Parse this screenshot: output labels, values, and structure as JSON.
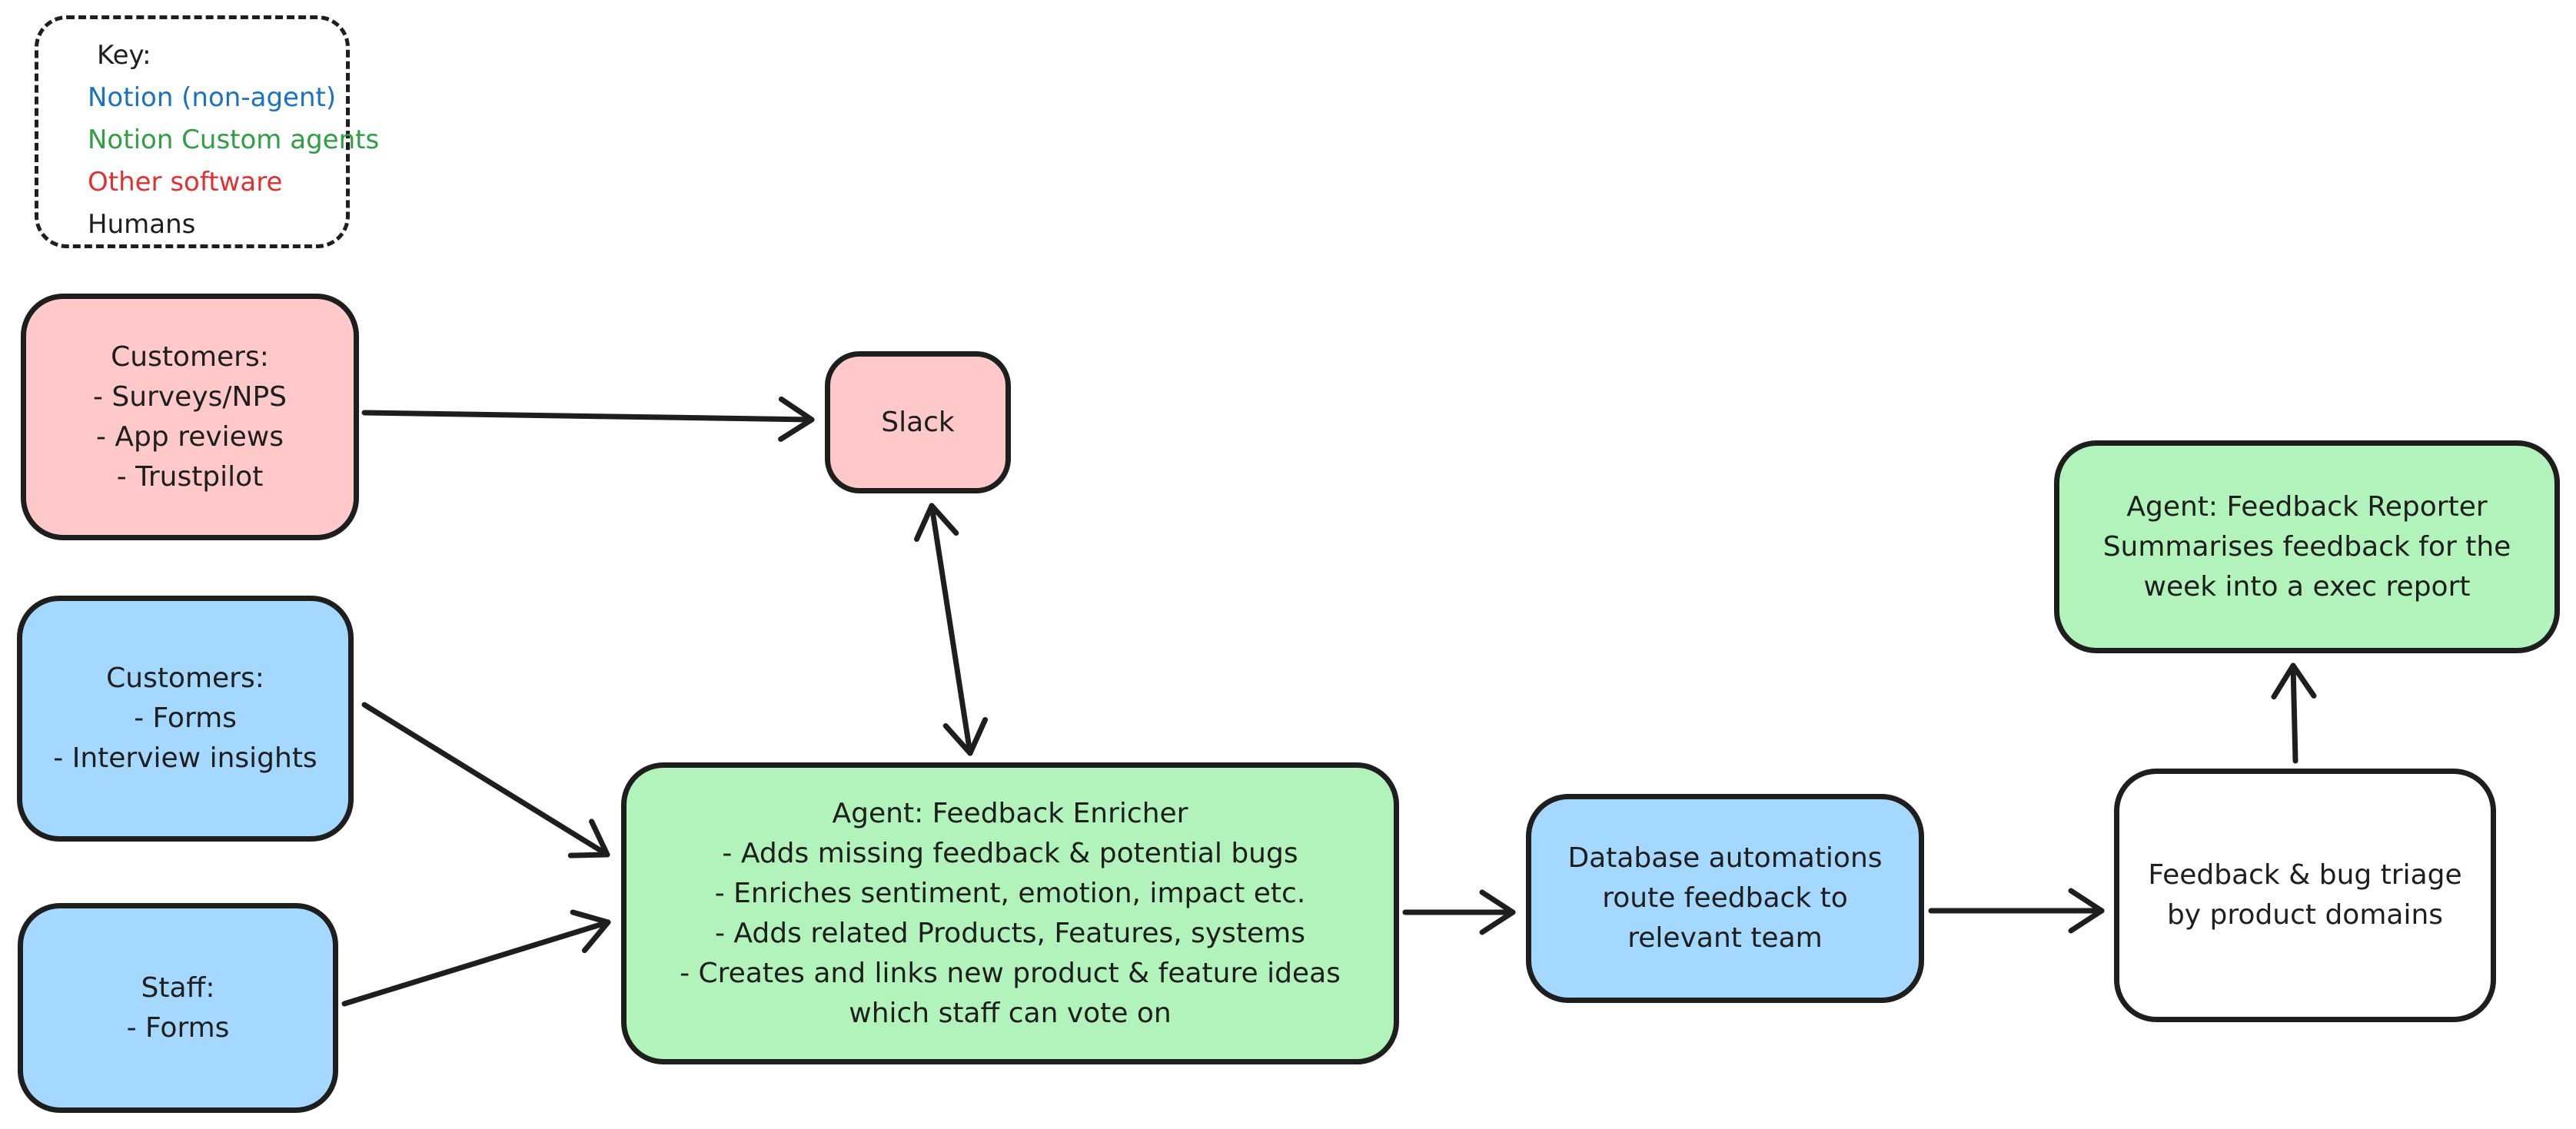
{
  "palette": {
    "stroke": "#1e1e1e",
    "text": "#1e1e1e",
    "pink_fill": "#ffc9c9",
    "blue_fill": "#a5d8ff",
    "green_fill": "#b2f2bb",
    "white_fill": "#ffffff",
    "legend_blue": "#1971c2",
    "legend_green": "#2f9e44",
    "legend_red": "#e03131",
    "legend_black": "#1e1e1e"
  },
  "legend": {
    "title": "Key:",
    "items": [
      {
        "label": "Notion (non-agent)",
        "color": "#1971c2"
      },
      {
        "label": "Notion Custom agents",
        "color": "#2f9e44"
      },
      {
        "label": "Other software",
        "color": "#e03131"
      },
      {
        "label": "Humans",
        "color": "#1e1e1e"
      }
    ]
  },
  "nodes": {
    "customers_external": {
      "fill": "#ffc9c9",
      "lines": [
        "Customers:",
        "- Surveys/NPS",
        "- App reviews",
        "- Trustpilot"
      ]
    },
    "slack": {
      "fill": "#ffc9c9",
      "lines": [
        "Slack"
      ]
    },
    "customers_notion": {
      "fill": "#a5d8ff",
      "lines": [
        "Customers:",
        "- Forms",
        "- Interview insights"
      ]
    },
    "staff": {
      "fill": "#a5d8ff",
      "lines": [
        "Staff:",
        "- Forms"
      ]
    },
    "enricher": {
      "fill": "#b2f2bb",
      "lines": [
        "Agent: Feedback Enricher",
        "- Adds missing feedback & potential bugs",
        "- Enriches sentiment, emotion, impact etc.",
        "- Adds related Products, Features, systems",
        "- Creates and links new product & feature ideas",
        "which staff can vote on"
      ]
    },
    "database": {
      "fill": "#a5d8ff",
      "lines": [
        "Database automations",
        "route feedback to",
        "relevant team"
      ]
    },
    "triage": {
      "fill": "#ffffff",
      "lines": [
        "Feedback & bug triage",
        "by product domains"
      ]
    },
    "reporter": {
      "fill": "#b2f2bb",
      "lines": [
        "Agent: Feedback Reporter",
        "Summarises feedback for the",
        "week into a exec report"
      ]
    }
  }
}
